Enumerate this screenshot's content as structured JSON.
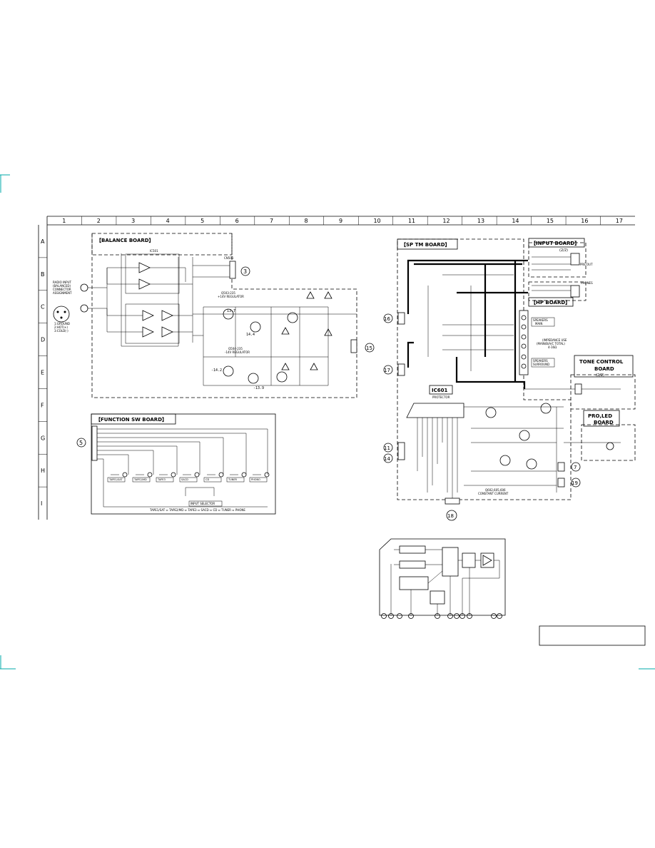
{
  "grid": {
    "columns": [
      "1",
      "2",
      "3",
      "4",
      "5",
      "6",
      "7",
      "8",
      "9",
      "10",
      "11",
      "12",
      "13",
      "14",
      "15",
      "16",
      "17"
    ],
    "rows": [
      "A",
      "B",
      "C",
      "D",
      "E",
      "F",
      "G",
      "H",
      "I"
    ]
  },
  "boards": {
    "balance": "【BALANCE BOARD】",
    "function_sw": "【FUNCTION SW BOARD】",
    "sp_tm": "【SP TM BOARD】",
    "input": "【INPUT BOARD】",
    "input_sub": "(2/2)",
    "hp": "【HP BOARD】",
    "tone_control": "TONE CONTROL",
    "tone_control_2": "BOARD",
    "tone_control_sub": "(2/2)",
    "pro_led": "PRO,LED",
    "pro_led_2": "BOARD"
  },
  "balance": {
    "jack_label": "RADIO INPUT\n(BALANCED)\nCONNECTOR\nASSIGNMENT",
    "pin_legend": "1:GROUND\n2:HOT(+)\n3:COLD(-)",
    "ic": "IC501",
    "reg_pos": "Q503-235\n+14V REGULATOR",
    "reg_neg": "Q504-235\n-14V REGULATOR",
    "v1": "13.7",
    "v2": "14.4",
    "v3": "-14.2",
    "v4": "-13.9"
  },
  "function_sw": {
    "bottom_text": "TAPE1/SAT ⇔ TAPE2/MD ⇔ TAPE3 ⇔ SACD ⇔ CD ⇔ TUNER ⇔ PHONE",
    "switch_label": "INPUT SELECTOR",
    "items": [
      "TAPE1/SAT",
      "TAPE2/MD",
      "TAPE3",
      "SACD",
      "CD",
      "TUNER",
      "PHONO"
    ]
  },
  "sp_tm": {
    "ic": "IC601",
    "ic_sub": "PROTECTOR",
    "speakers_a": "SPEAKERS\nMAIN",
    "speakers_b": "SPEAKERS\nSURROUND",
    "impedance": "(IMPEDANCE USE\n(MAIN/B/A/C TOTAL)\n4-16Ω",
    "constant": "Q602,605,606\nCONSTANT CURRENT",
    "phones": "PHONES",
    "output": "PRE OUT"
  },
  "connectors": [
    "3",
    "15",
    "16",
    "17",
    "5",
    "11",
    "14",
    "18",
    "7",
    "19"
  ],
  "block_diagram": {
    "pins": 11
  }
}
